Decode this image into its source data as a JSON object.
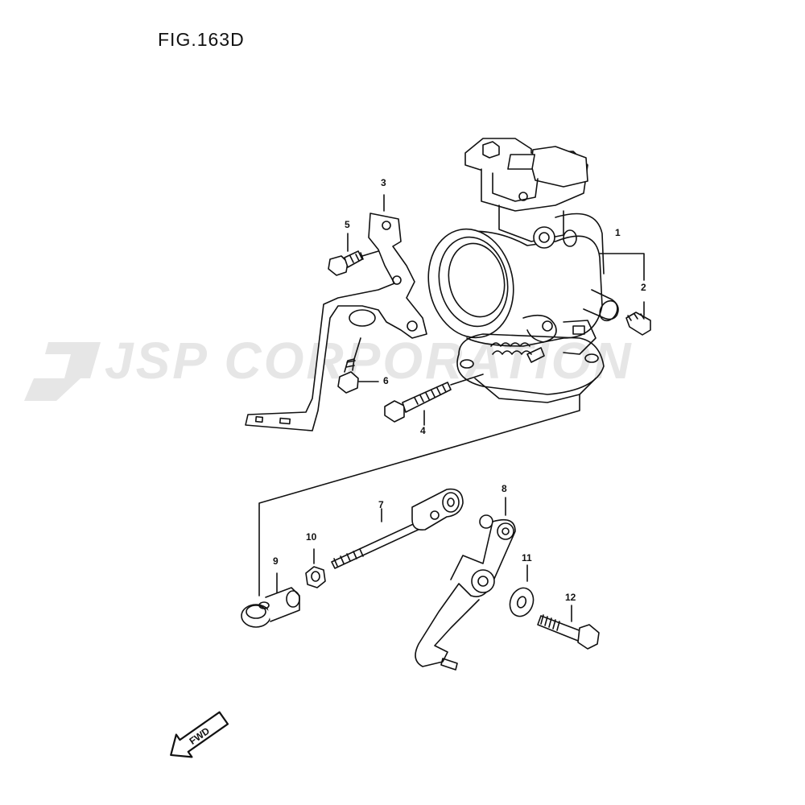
{
  "figure": {
    "title": "FIG.163D"
  },
  "watermark": {
    "text": "JSP CORPORATION",
    "color": "#e6e6e6"
  },
  "callouts": [
    {
      "id": "1",
      "label": "1"
    },
    {
      "id": "2",
      "label": "2"
    },
    {
      "id": "3",
      "label": "3"
    },
    {
      "id": "4",
      "label": "4"
    },
    {
      "id": "5",
      "label": "5"
    },
    {
      "id": "6",
      "label": "6"
    },
    {
      "id": "7",
      "label": "7"
    },
    {
      "id": "8",
      "label": "8"
    },
    {
      "id": "9",
      "label": "9"
    },
    {
      "id": "10",
      "label": "10"
    },
    {
      "id": "11",
      "label": "11"
    },
    {
      "id": "12",
      "label": "12"
    }
  ],
  "direction_arrow": {
    "label": "FWD",
    "icon": "fwd-arrow-icon"
  },
  "colors": {
    "line": "#111111",
    "watermark": "#e6e6e6"
  }
}
